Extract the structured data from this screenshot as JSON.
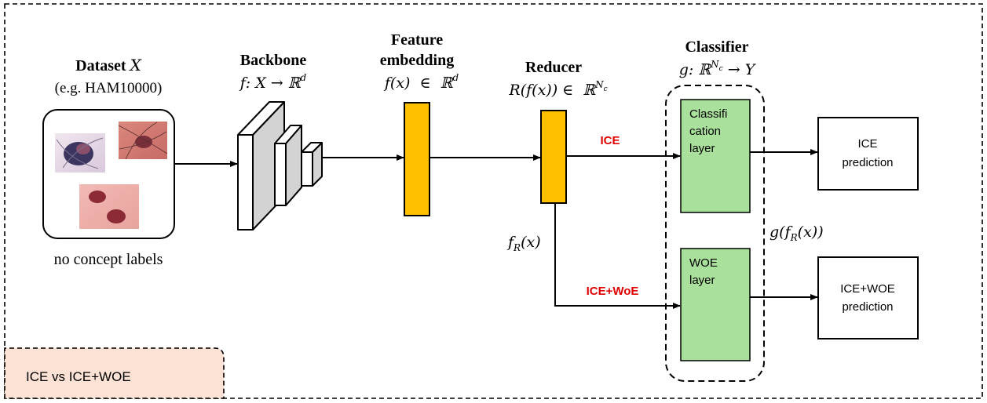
{
  "dataset": {
    "title_prefix": "Dataset ",
    "title_var": "X",
    "subtitle": "(e.g. HAM10000)",
    "caption": "no concept labels"
  },
  "backbone": {
    "title": "Backbone",
    "formula": "f: X → ℝ",
    "formula_sup": "d"
  },
  "feature_embedding": {
    "title_line1": "Feature",
    "title_line2": "embedding",
    "formula": "f(x)  ∈  ℝ",
    "formula_sup": "d"
  },
  "reducer": {
    "title": "Reducer",
    "formula": "R(f(x)) ∈  ℝ",
    "formula_sup": "N",
    "formula_sup_sub": "c",
    "output_label": "f",
    "output_label_sub": "R",
    "output_label_tail": "(x)"
  },
  "classifier": {
    "title": "Classifier",
    "formula": "g: ℝ",
    "formula_sup": "N",
    "formula_sup_sub": "c",
    "formula_tail": " → Y",
    "side_label": "g(f",
    "side_label_sub": "R",
    "side_label_tail": "(x))"
  },
  "classification_layer": {
    "line1": "Classifi",
    "line2": "cation",
    "line3": "layer"
  },
  "woe_layer": {
    "line1": "WOE",
    "line2": "layer"
  },
  "paths": {
    "ice_label": "ICE",
    "ice_woe_label": "ICE+WoE"
  },
  "outputs": {
    "ice_line1": "ICE",
    "ice_line2": "prediction",
    "woe_line1": "ICE+WOE",
    "woe_line2": "prediction"
  },
  "legend": {
    "label": "ICE vs ICE+WOE"
  },
  "colors": {
    "embedding_fill": "#ffc000",
    "layer_fill": "#a9e09b",
    "legend_fill": "#fbe2d5",
    "path_label": "#e00000",
    "backbone_fill": "#d3d3d3"
  }
}
